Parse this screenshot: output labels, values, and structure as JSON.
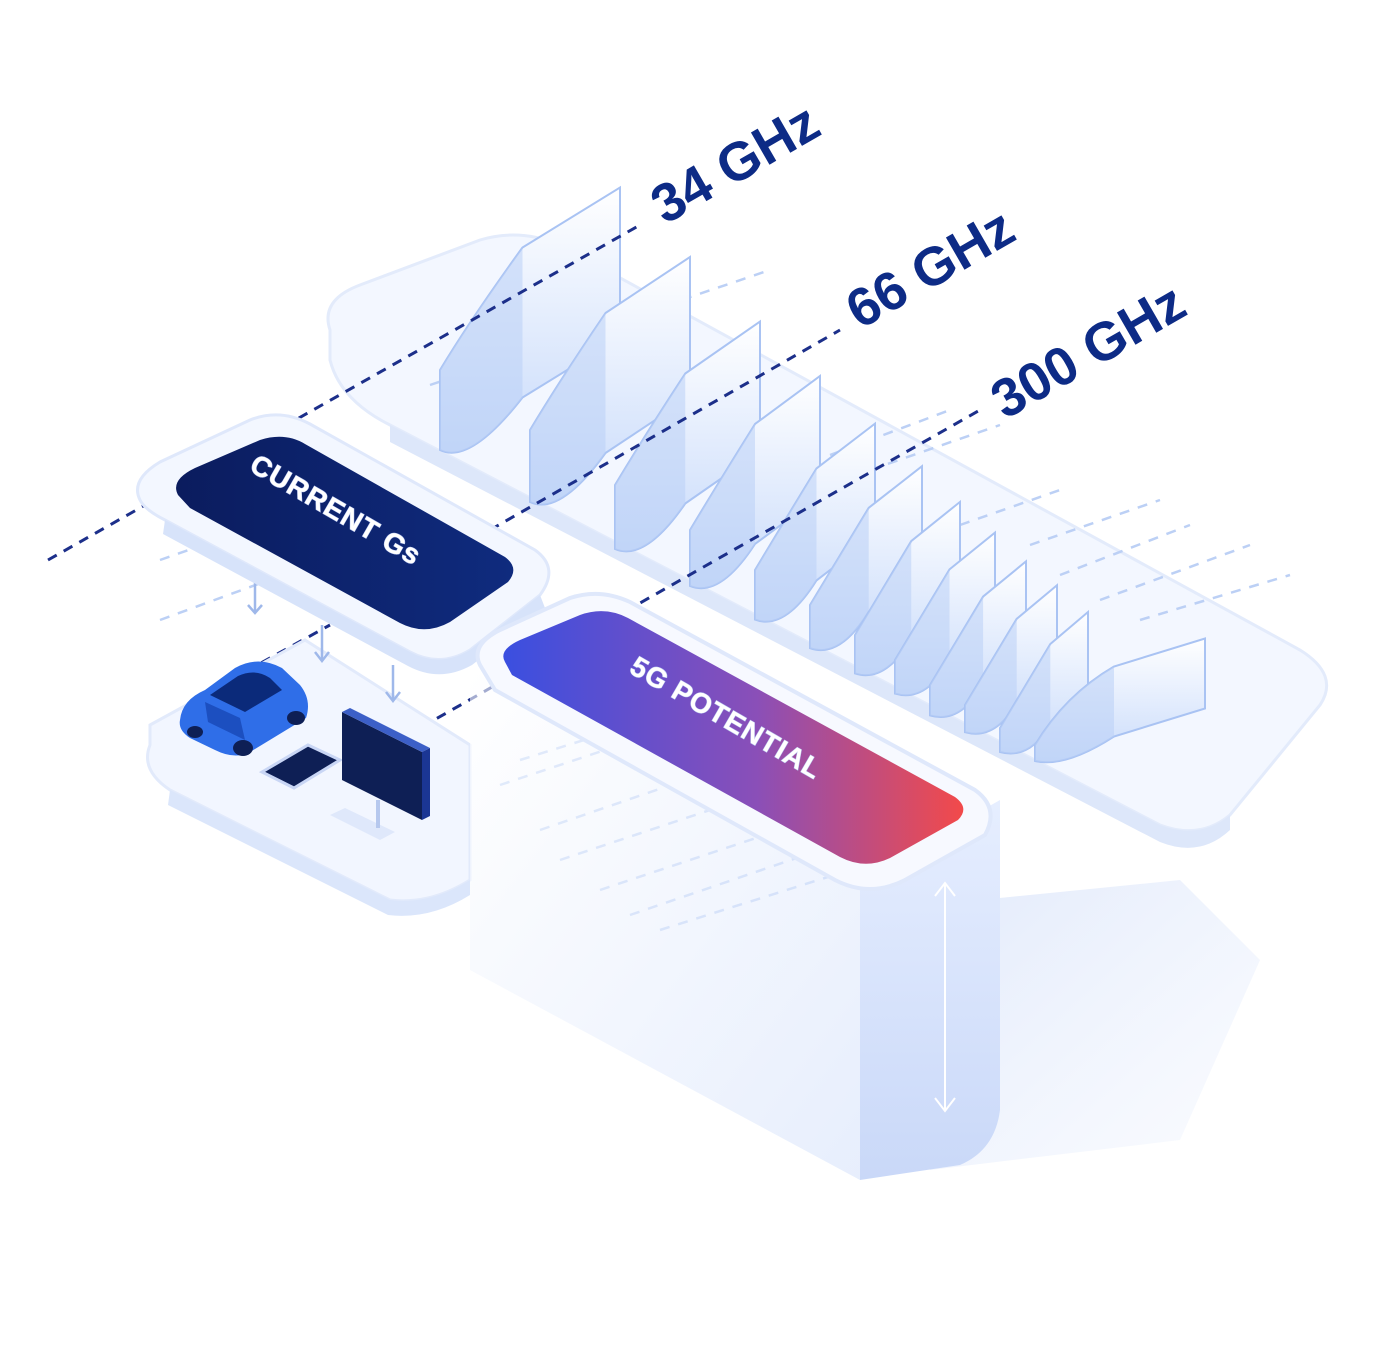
{
  "diagram": {
    "frequencies": [
      {
        "label": "34 GHz"
      },
      {
        "label": "66 GHz"
      },
      {
        "label": "300 GHz"
      }
    ],
    "current_panel": {
      "label": "CURRENT Gs"
    },
    "potential_panel": {
      "label": "5G POTENTIAL"
    },
    "devices": [
      {
        "icon": "car-icon"
      },
      {
        "icon": "tablet-icon"
      },
      {
        "icon": "monitor-icon"
      }
    ],
    "colors": {
      "label_navy": "#0d2b86",
      "current_panel": "#0b1c5e",
      "potential_gradient_start": "#3a4fe0",
      "potential_gradient_end": "#f24a4a",
      "wave_light": "#eaf1ff",
      "wave_shadow": "#a9c3f3",
      "platform": "#f3f7ff",
      "car_blue": "#2f6ee8",
      "dashed_line": "#1c2f8a"
    }
  }
}
